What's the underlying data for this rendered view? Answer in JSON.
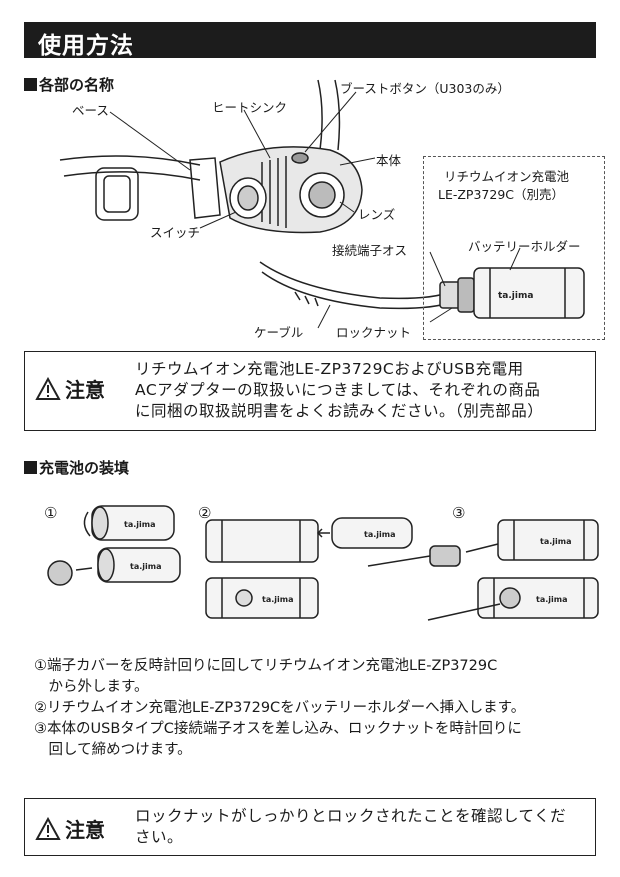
{
  "title": "使用方法",
  "sections": {
    "parts_heading": "各部の名称",
    "install_heading": "充電池の装填"
  },
  "parts_labels": {
    "base": "ベース",
    "heatsink": "ヒートシンク",
    "boost_button": "ブーストボタン（U303のみ）",
    "body": "本体",
    "lens": "レンズ",
    "switch": "スイッチ",
    "battery": "リチウムイオン充電池",
    "battery_model": "LE-ZP3729C（別売）",
    "connector": "接続端子オス",
    "battery_holder": "バッテリーホルダー",
    "cable": "ケーブル",
    "lock_nut": "ロックナット"
  },
  "brand_mark": "TAJIMA",
  "caution1": {
    "word": "注意",
    "lines": [
      "リチウムイオン充電池LE-ZP3729CおよびUSB充電用",
      "ACアダプターの取扱いにつきましては、それぞれの商品",
      "に同梱の取扱説明書をよくお読みください。（別売部品）"
    ]
  },
  "step_markers": [
    "①",
    "②",
    "③"
  ],
  "steps": [
    "①端子カバーを反時計回りに回してリチウムイオン充電池LE-ZP3729C",
    "　から外します。",
    "②リチウムイオン充電池LE-ZP3729Cをバッテリーホルダーへ挿入します。",
    "③本体のUSBタイプC接続端子オスを差し込み、ロックナットを時計回りに",
    "　回して締めつけます。"
  ],
  "caution2": {
    "word": "注意",
    "lines": [
      "ロックナットがしっかりとロックされたことを確認してくだ",
      "さい。"
    ]
  }
}
